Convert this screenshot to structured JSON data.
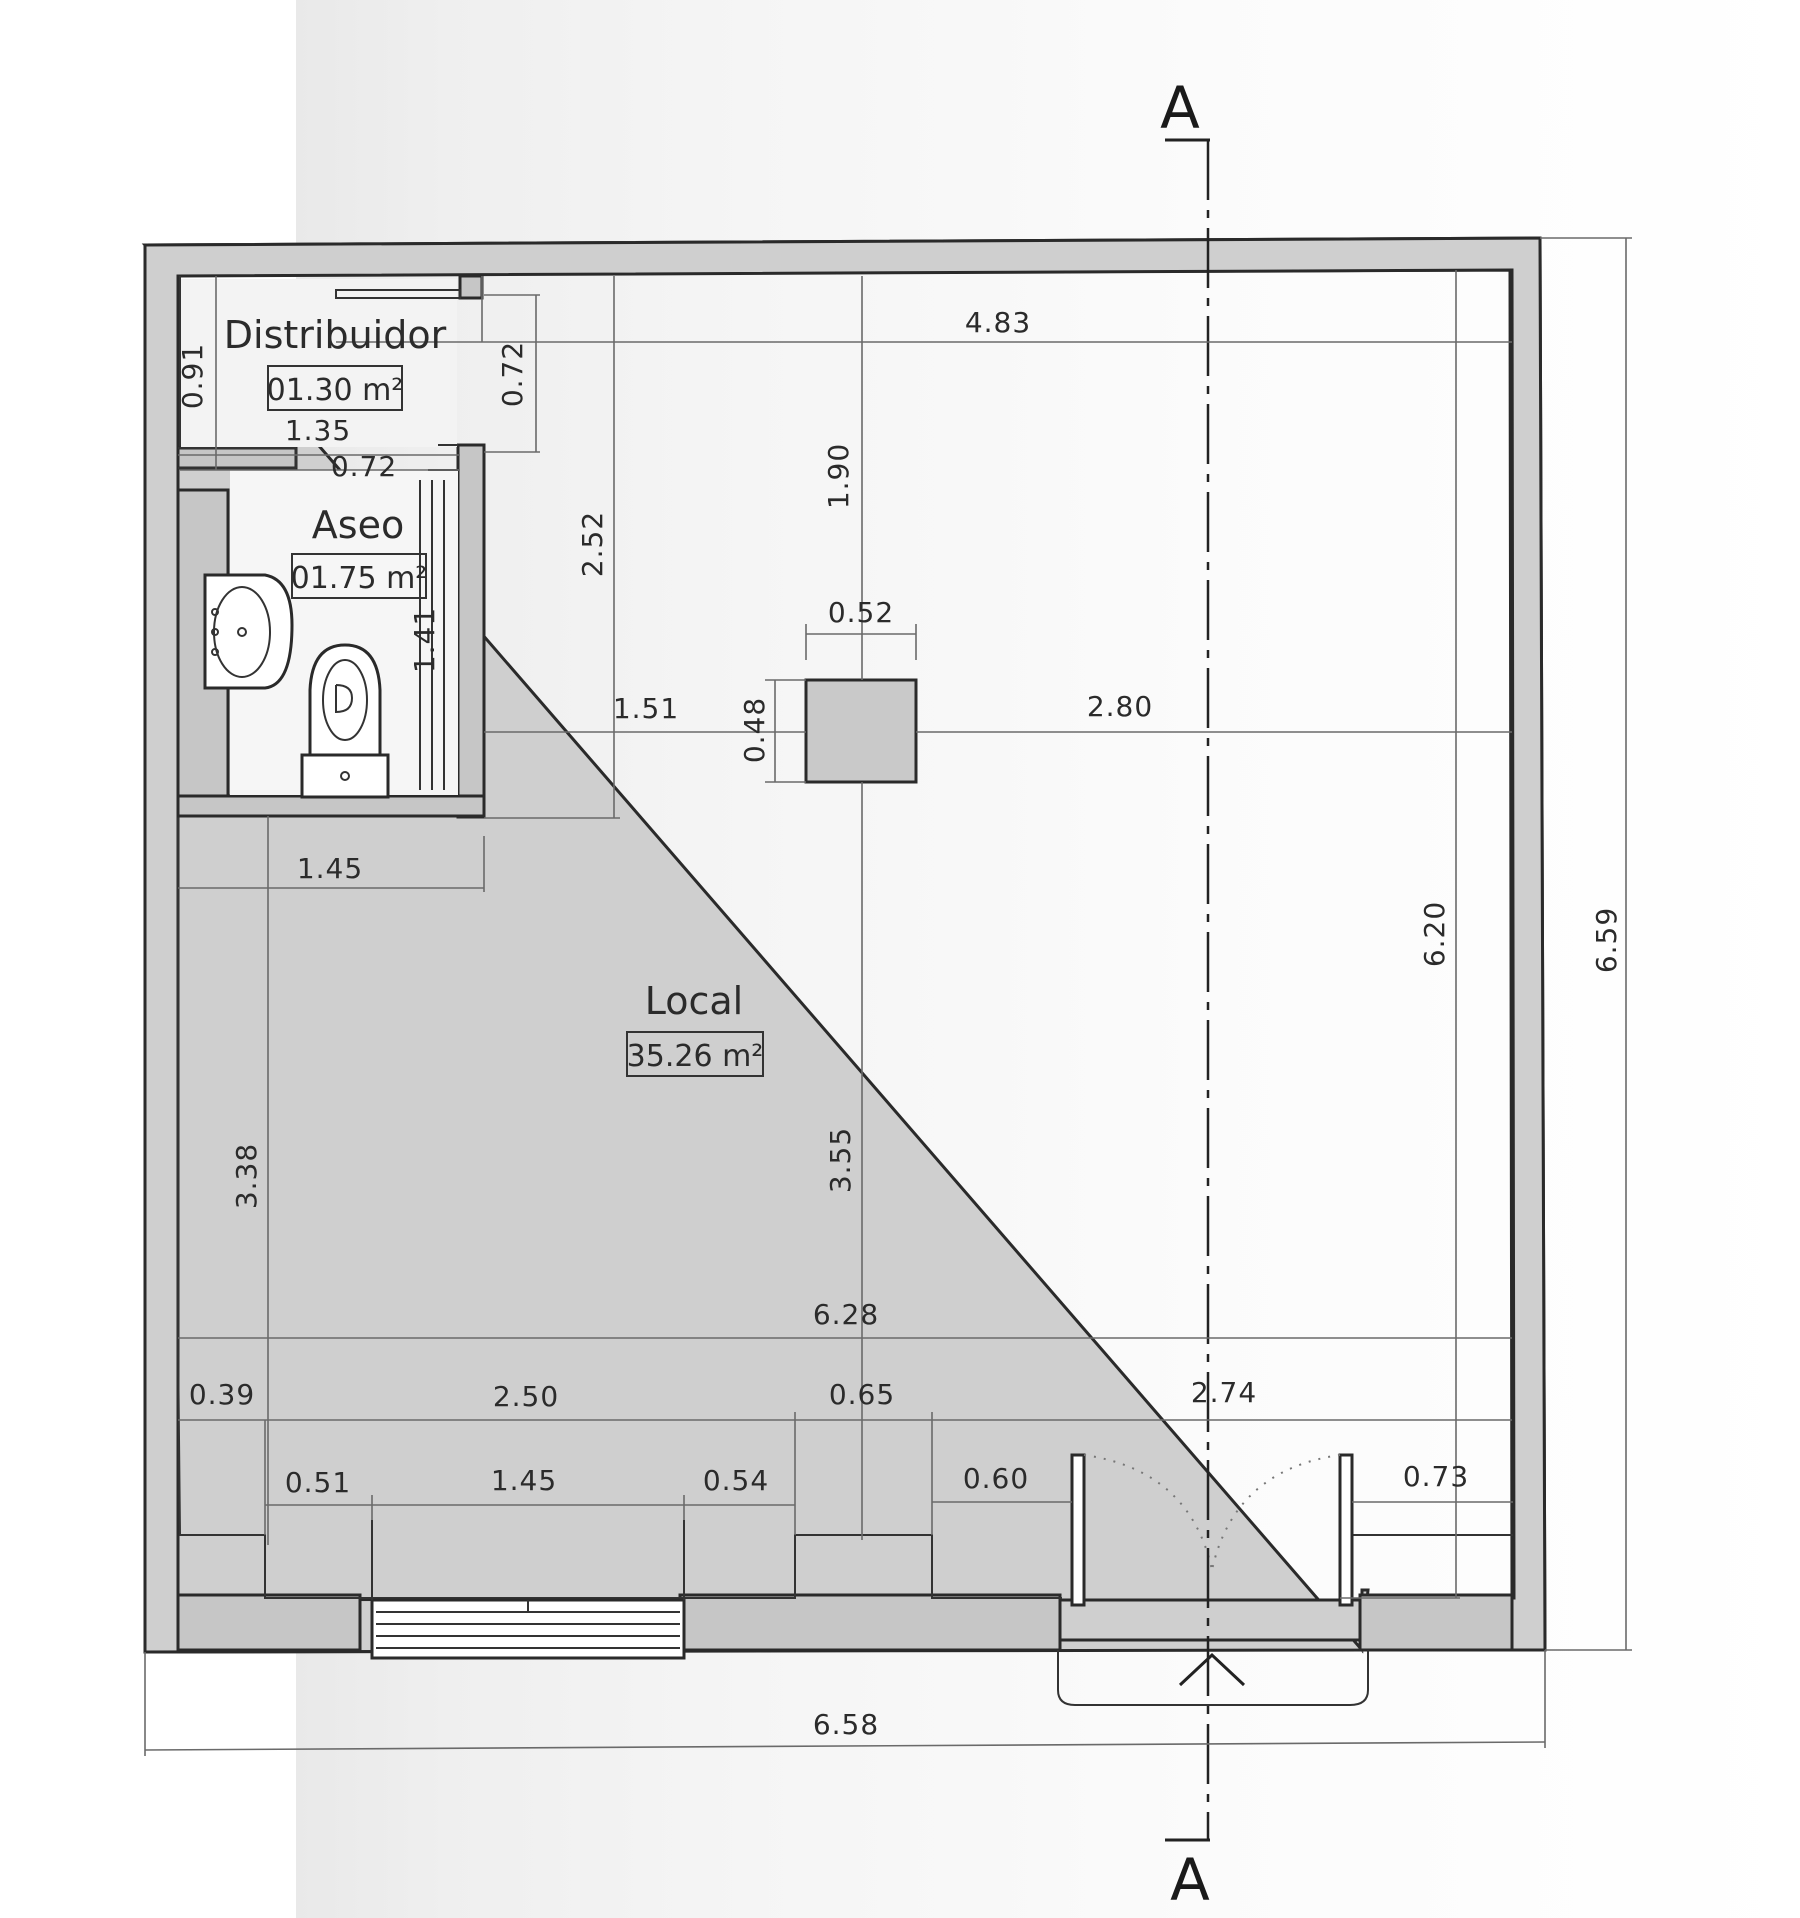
{
  "section": {
    "top_label": "A",
    "bottom_label": "A"
  },
  "rooms": {
    "distribuidor": {
      "name": "Distribuidor",
      "area": "01.30 m²"
    },
    "aseo": {
      "name": "Aseo",
      "area": "01.75 m²"
    },
    "local": {
      "name": "Local",
      "area": "35.26 m²"
    }
  },
  "dimensions": {
    "top_width": "4.83",
    "distribuidor_height": "0.91",
    "distribuidor_width": "1.35",
    "door_opening": "0.72",
    "door_depth": "0.72",
    "aseo_height": "1.41",
    "corridor_depth": "2.52",
    "column_top": "1.90",
    "column_width": "0.52",
    "column_depth": "0.48",
    "column_left": "1.51",
    "column_right": "2.80",
    "inner_height": "6.20",
    "outer_height": "6.59",
    "wall_segment": "1.45",
    "left_height": "3.38",
    "column_bottom": "3.55",
    "inner_width": "6.28",
    "left_pier": "0.39",
    "window_bay": "2.50",
    "door_gap": "0.65",
    "door_bay": "2.74",
    "sill_left": "0.51",
    "window_width": "1.45",
    "sill_right": "0.54",
    "door_left_pier": "0.60",
    "door_right_pier": "0.73",
    "outer_width": "6.58"
  }
}
